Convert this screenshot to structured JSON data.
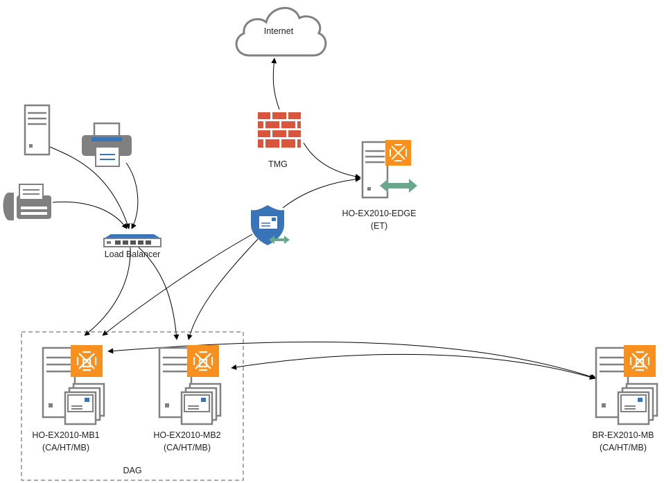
{
  "labels": {
    "internet": "Internet",
    "tmg": "TMG",
    "edge_name": "HO-EX2010-EDGE",
    "edge_role": "(ET)",
    "load_balancer": "Load Balancer",
    "mb1_name": "HO-EX2010-MB1",
    "mb1_role": "(CA/HT/MB)",
    "mb2_name": "HO-EX2010-MB2",
    "mb2_role": "(CA/HT/MB)",
    "br_name": "BR-EX2010-MB",
    "br_role": "(CA/HT/MB)",
    "dag": "DAG"
  },
  "colors": {
    "exchange_orange": "#f7901e",
    "firewall_red": "#d9553b",
    "shield_blue": "#3a74b8",
    "arrow_green": "#6aa88e",
    "server_gray": "#7a7a7a",
    "line": "#000000"
  },
  "icons": [
    "cloud-icon",
    "firewall-icon",
    "exchange-server-icon",
    "printer-icon",
    "fax-icon",
    "server-icon",
    "switch-icon",
    "mail-shield-icon"
  ]
}
